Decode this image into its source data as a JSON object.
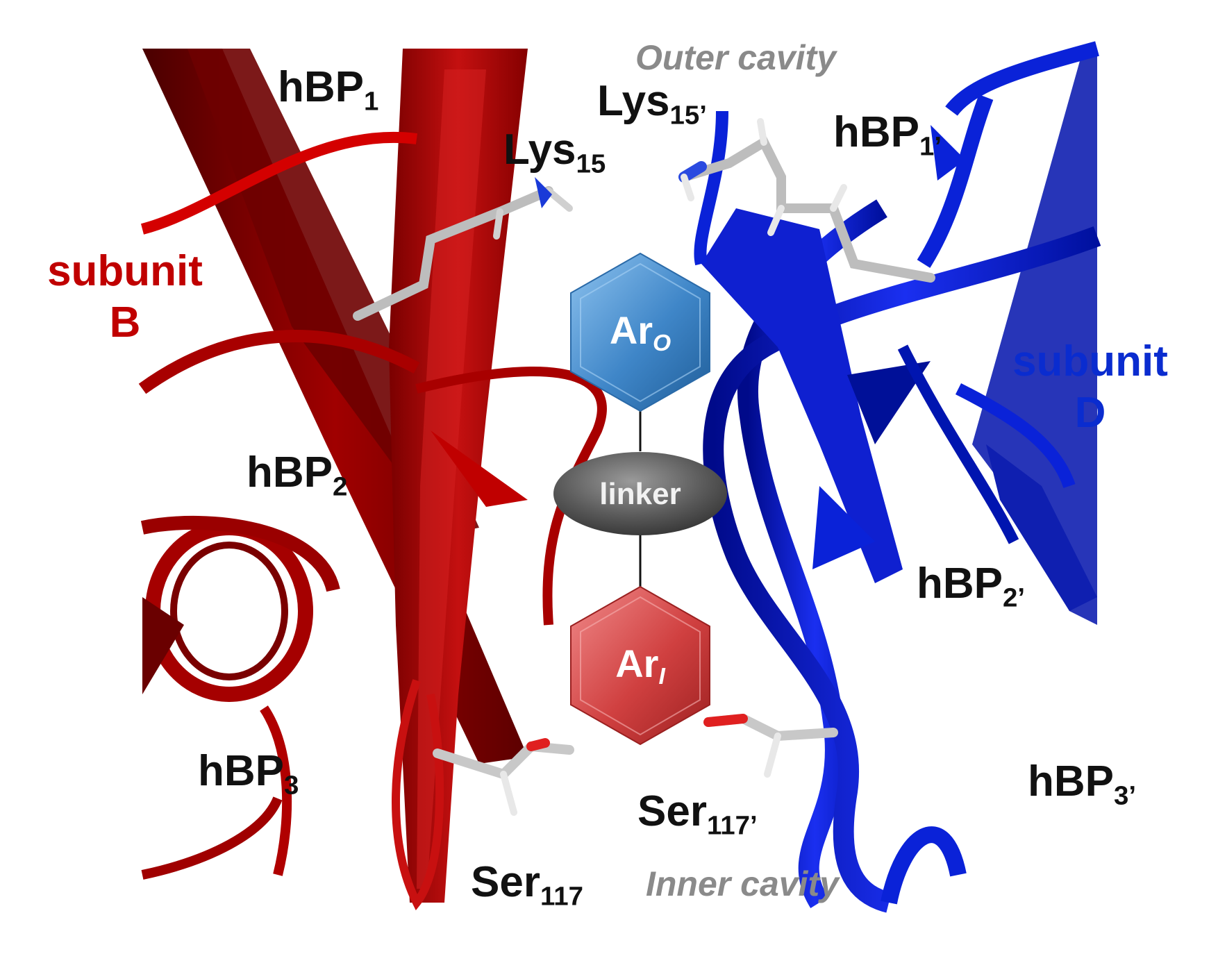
{
  "labels": {
    "outer_cavity": "Outer cavity",
    "inner_cavity": "Inner cavity",
    "hbp1": {
      "base": "hBP",
      "sub": "1"
    },
    "hbp2": {
      "base": "hBP",
      "sub": "2"
    },
    "hbp3": {
      "base": "hBP",
      "sub": "3"
    },
    "hbp1p": {
      "base": "hBP",
      "sub": "1’"
    },
    "hbp2p": {
      "base": "hBP",
      "sub": "2’"
    },
    "hbp3p": {
      "base": "hBP",
      "sub": "3’"
    },
    "lys15": {
      "base": "Lys",
      "sub": "15"
    },
    "lys15p": {
      "base": "Lys",
      "sub": "15’"
    },
    "ser117": {
      "base": "Ser",
      "sub": "117"
    },
    "ser117p": {
      "base": "Ser",
      "sub": "117’"
    },
    "subunit_b": {
      "line1": "subunit",
      "line2": "B"
    },
    "subunit_d": {
      "line1": "subunit",
      "line2": "D"
    }
  },
  "ligand": {
    "ar_o": {
      "base": "Ar",
      "sub": "O"
    },
    "linker": "linker",
    "ar_i": {
      "base": "Ar",
      "sub": "I"
    }
  },
  "colors": {
    "subunit_b": "#c00000",
    "subunit_d": "#0a2ccf",
    "ar_o": "#3f86c8",
    "ar_i": "#d04040",
    "linker": "#5a5a5a",
    "cavity_label": "#8a8a8a"
  }
}
